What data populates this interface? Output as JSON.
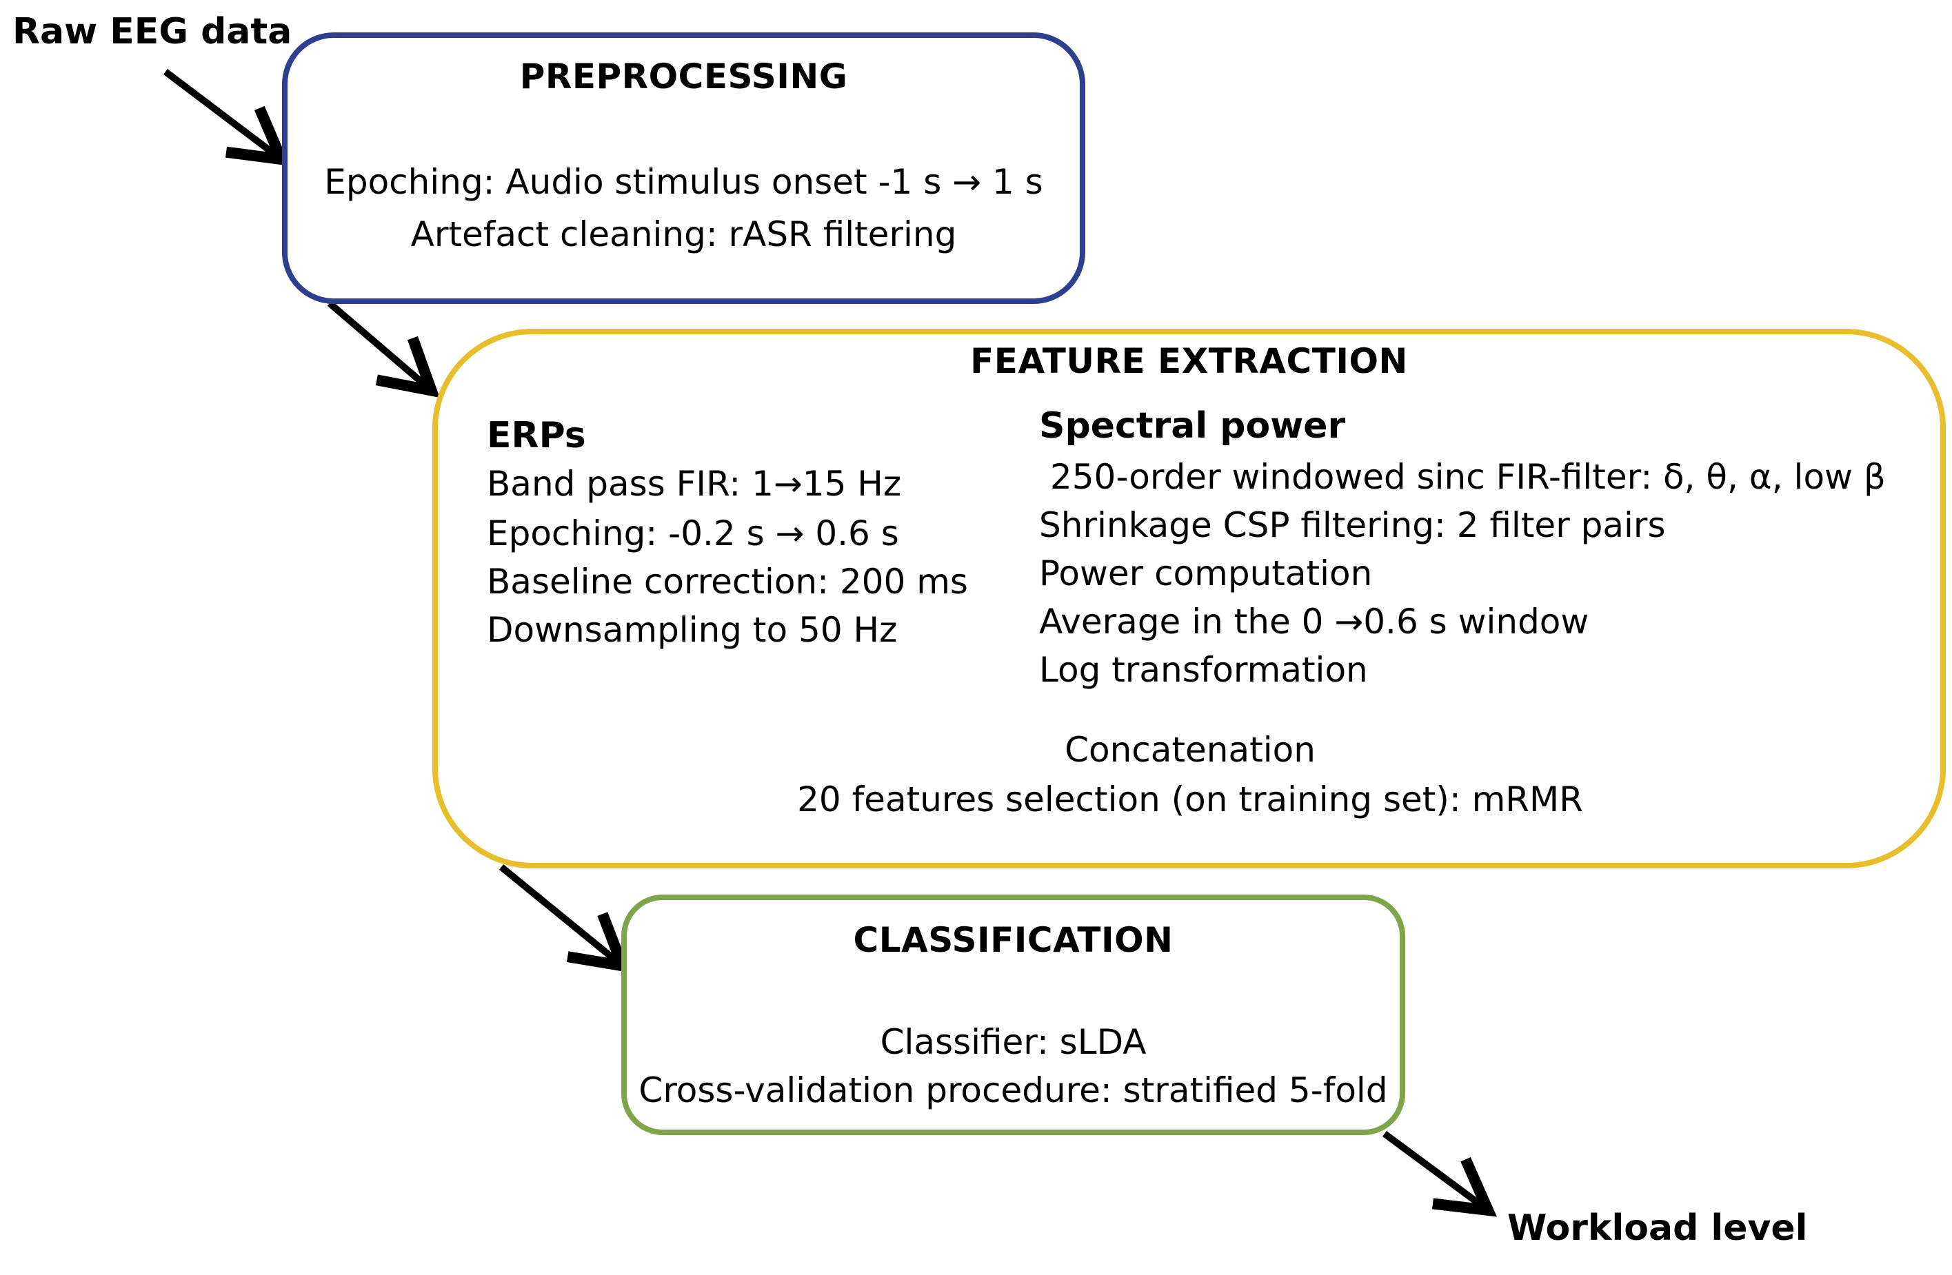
{
  "input_label": "Raw EEG data",
  "output_label": "Workload level",
  "preprocessing": {
    "title": "PREPROCESSING",
    "lines": [
      "Epoching: Audio stimulus onset -1 s → 1 s",
      "Artefact cleaning: rASR filtering"
    ],
    "border_color": "#2E3F8F"
  },
  "feature_extraction": {
    "title": "FEATURE EXTRACTION",
    "erps": {
      "heading": "ERPs",
      "lines": [
        "Band pass FIR: 1→15 Hz",
        "Epoching: -0.2 s → 0.6 s",
        "Baseline correction: 200 ms",
        "Downsampling to 50 Hz"
      ]
    },
    "spectral": {
      "heading": "Spectral power",
      "lines": [
        " 250-order windowed sinc FIR-filter: δ, θ, α, low β",
        "Shrinkage CSP filtering: 2 filter pairs",
        "Power computation",
        "Average in the 0 →0.6 s window",
        "Log transformation"
      ]
    },
    "footer_lines": [
      "Concatenation",
      "20 features selection (on training set): mRMR"
    ],
    "border_color": "#E8BE2C"
  },
  "classification": {
    "title": "CLASSIFICATION",
    "lines": [
      "Classifier: sLDA",
      "Cross-validation procedure: stratified 5-fold"
    ],
    "border_color": "#7FA54A"
  }
}
